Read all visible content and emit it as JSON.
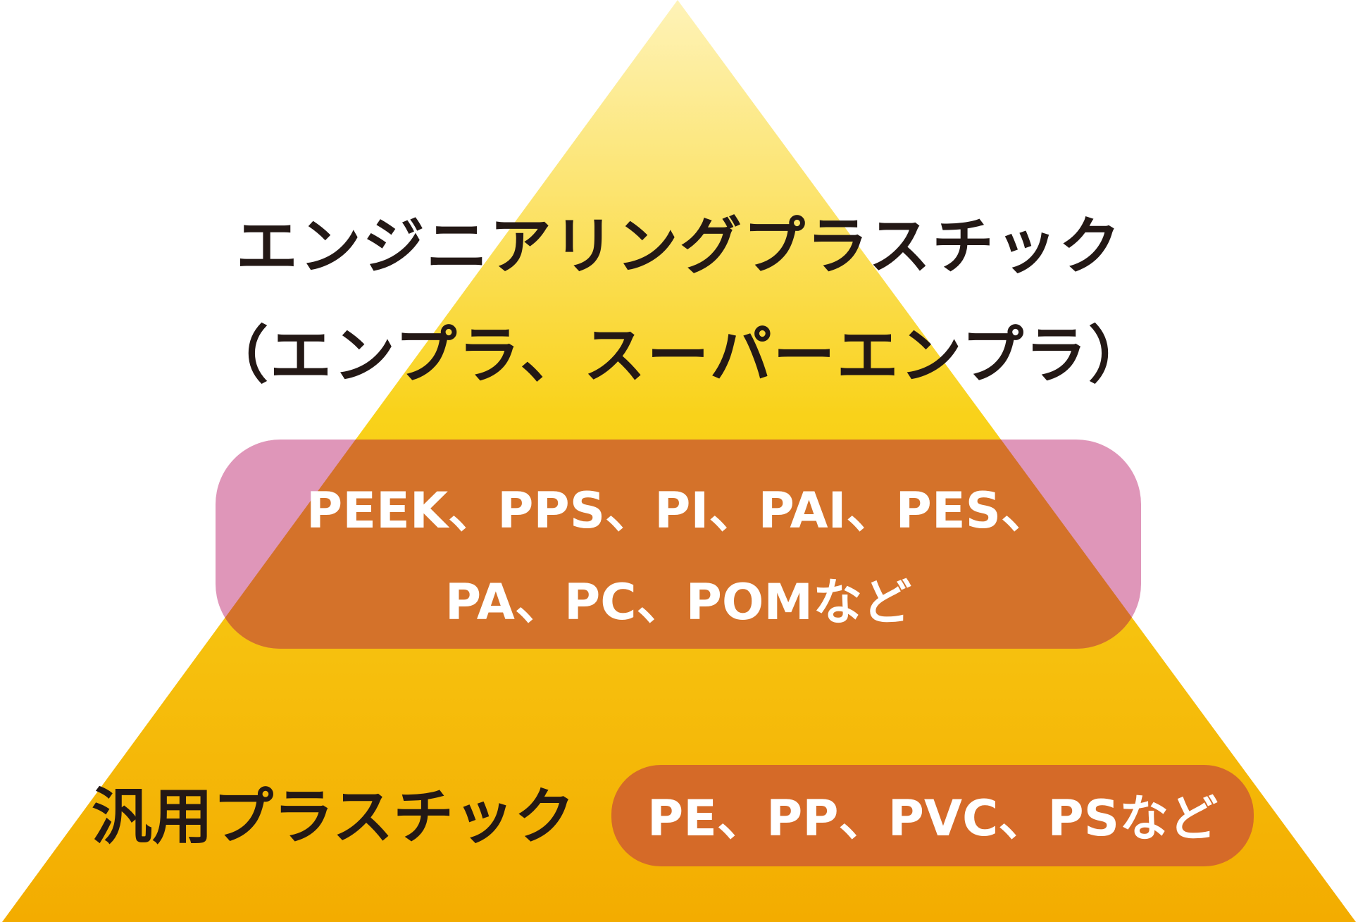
{
  "colors": {
    "pyramid_top": "#FEF3B8",
    "pyramid_mid": "#F9D21A",
    "pyramid_bottom": "#F3AC00",
    "engineering_box_fill": "#CE5E94",
    "engineering_box_overlap": "#D4722A",
    "general_box_fill": "#D56A28",
    "dark_text": "#231815",
    "light_text": "#FFFFFF"
  },
  "engineering_plastics": {
    "title_line1": "エンジニアリングプラスチック",
    "title_line2": "（エンプラ、スーパーエンプラ）",
    "examples_line1": "PEEK、PPS、PI、PAI、PES、",
    "examples_line2": "PA、PC、POMなど"
  },
  "general_plastics": {
    "label": "汎用プラスチック",
    "examples": "PE、PP、PVC、PSなど"
  }
}
